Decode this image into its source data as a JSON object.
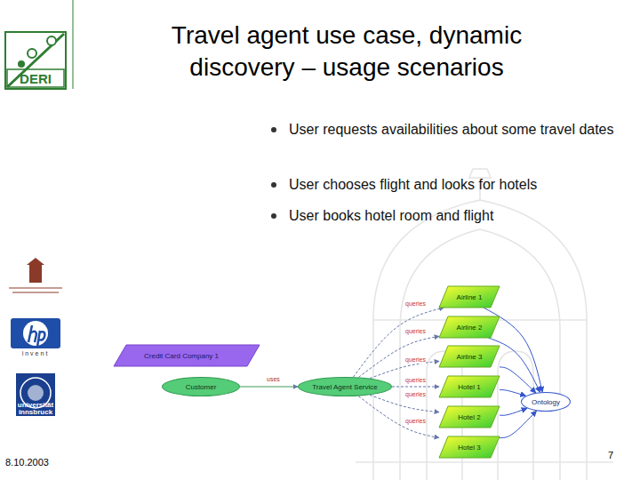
{
  "diagram": {
    "title": "Travel agent use case, dynamic discovery – usage scenarios",
    "nodes": [
      {
        "text": [
          "Credit Card Company 1"
        ]
      },
      {
        "text": [
          "Customer"
        ]
      },
      {
        "text": [
          "Travel Agent Service"
        ]
      },
      {
        "text": [
          "Airline 1"
        ]
      },
      {
        "text": [
          "Airline 2"
        ]
      },
      {
        "text": [
          "Airline 3"
        ]
      },
      {
        "text": [
          "Hotel 1"
        ]
      },
      {
        "text": [
          "Hotel 2"
        ]
      },
      {
        "text": [
          "Hotel 3"
        ]
      },
      {
        "text": [
          "Ontology"
        ]
      }
    ],
    "edges": [
      {
        "from": 1,
        "to": 2,
        "label": "uses",
        "arrow": "to"
      },
      {
        "from": 2,
        "to": 3,
        "label": "queries",
        "arrow": "to"
      },
      {
        "from": 2,
        "to": 4,
        "label": "queries",
        "arrow": "to"
      },
      {
        "from": 2,
        "to": 5,
        "label": "queries",
        "arrow": "to"
      },
      {
        "from": 2,
        "to": 6,
        "label": "queries",
        "arrow": "to"
      },
      {
        "from": 2,
        "to": 7,
        "label": "queries",
        "arrow": "to"
      },
      {
        "from": 2,
        "to": 8,
        "label": "queries",
        "arrow": "to"
      },
      {
        "from": 3,
        "to": 9,
        "arrow": "to"
      },
      {
        "from": 4,
        "to": 9,
        "arrow": "to"
      },
      {
        "from": 5,
        "to": 9,
        "arrow": "to"
      },
      {
        "from": 6,
        "to": 9,
        "arrow": "to"
      },
      {
        "from": 7,
        "to": 9,
        "arrow": "to"
      },
      {
        "from": 8,
        "to": 9,
        "arrow": "to"
      }
    ],
    "labels": [
      "User requests availabilities about some travel dates",
      "User chooses flight and looks for hotels",
      "User books hotel room and flight",
      "DERI",
      "invent",
      "universität innsbruck",
      "8.10.2003",
      "7"
    ]
  }
}
